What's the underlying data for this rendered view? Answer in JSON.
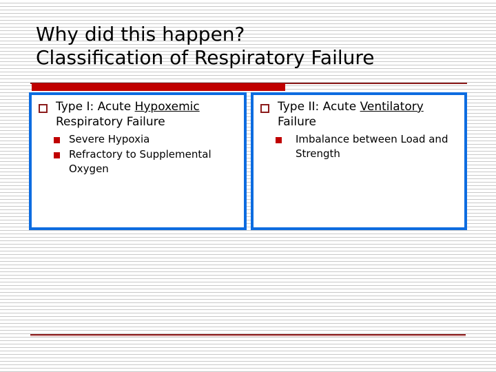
{
  "slide": {
    "title_lines": [
      "Why did this happen?",
      "Classification of Respiratory Failure"
    ],
    "columns": [
      {
        "marker": "hollow-square-bullet",
        "heading_parts": {
          "before": "Type I: Acute ",
          "underlined": "Hypoxemic",
          "after": " Respiratory Failure"
        },
        "heading_plain": "Type I: Acute Hypoxemic Respiratory Failure",
        "sub_bullets": [
          "Severe Hypoxia",
          "Refractory to Supplemental Oxygen"
        ]
      },
      {
        "marker": "hollow-square-bullet",
        "heading_parts": {
          "before": "Type II: Acute ",
          "underlined": "Ventilatory",
          "after": " Failure"
        },
        "heading_plain": "Type II: Acute Ventilatory Failure",
        "sub_bullets": [
          "Imbalance between Load and Strength"
        ]
      }
    ]
  },
  "colors": {
    "accent_red": "#c00000",
    "dark_red": "#8b1a1a",
    "box_blue": "#0d6ce0",
    "text": "#000000",
    "background": "#ffffff",
    "texture_line": "#c9c9c9"
  }
}
